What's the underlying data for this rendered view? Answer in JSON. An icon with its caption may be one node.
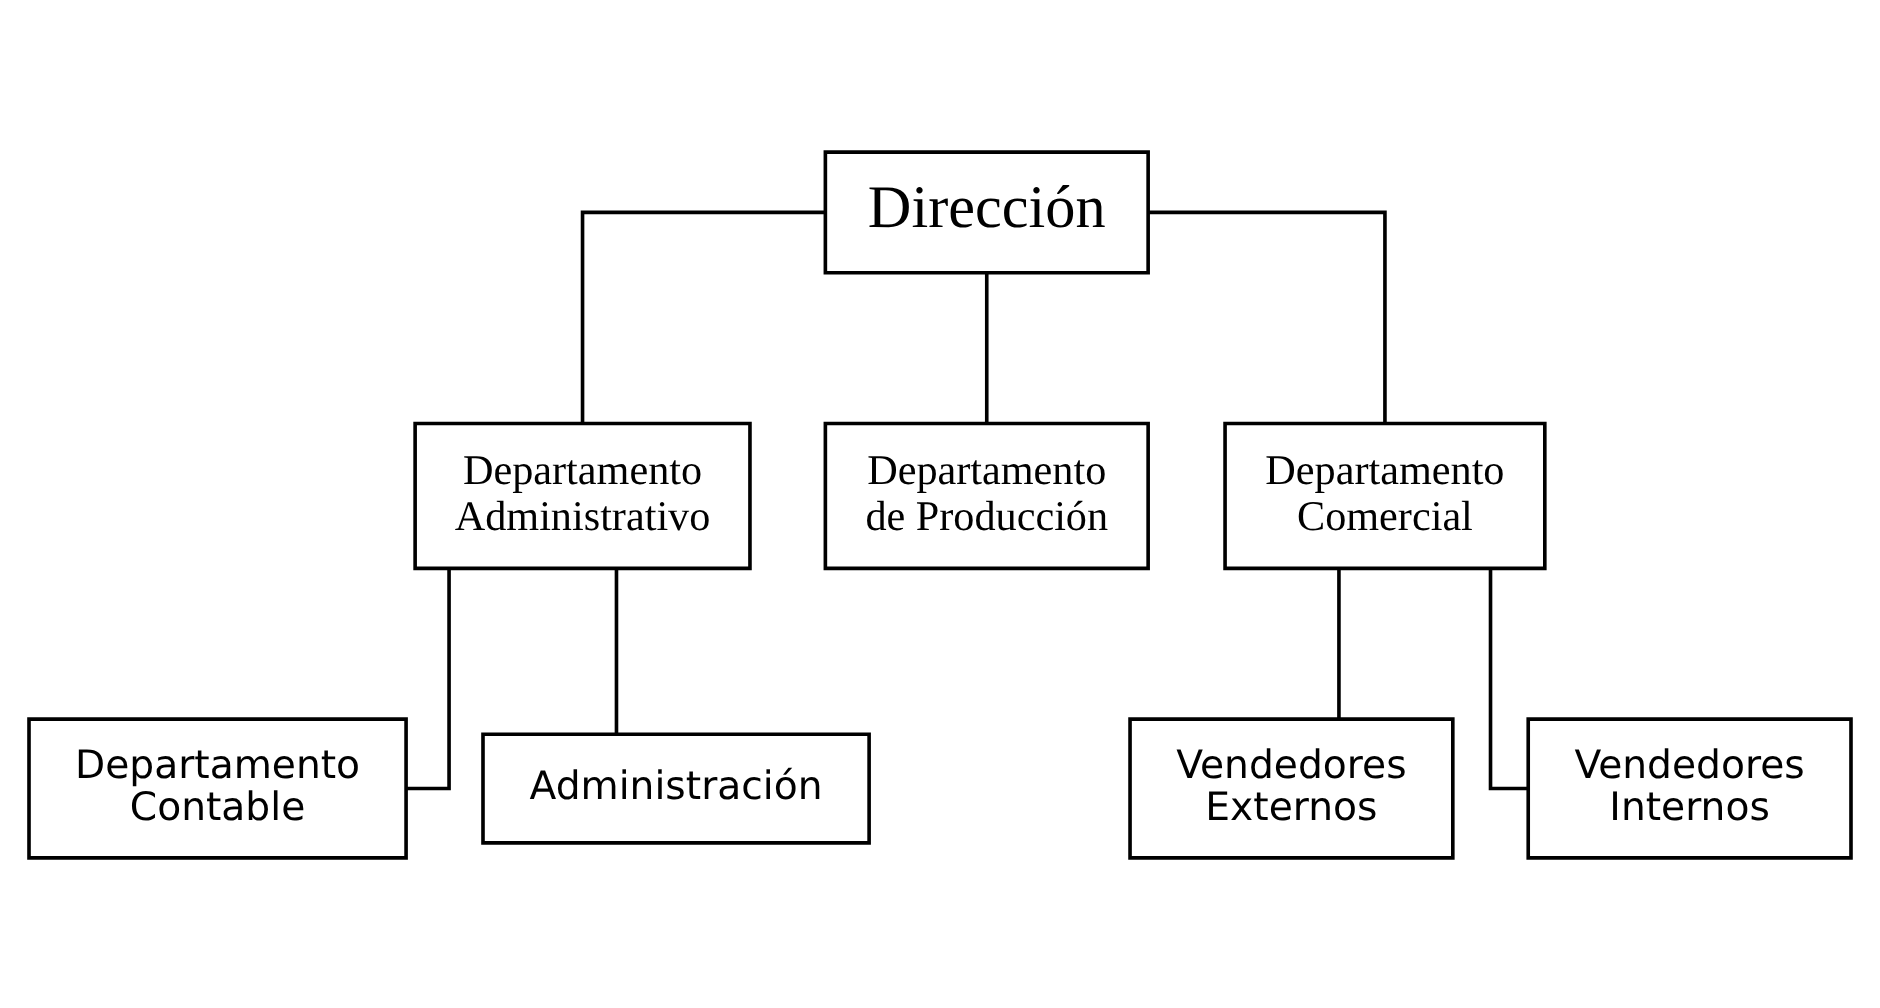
{
  "diagram": {
    "nodes": [
      {
        "text": [
          "Dirección"
        ]
      },
      {
        "text": [
          "Departamento Administrativo"
        ]
      },
      {
        "text": [
          "Departamento de Producción"
        ]
      },
      {
        "text": [
          "Departamento Comercial"
        ]
      },
      {
        "text": [
          "Departamento Contable"
        ]
      },
      {
        "text": [
          "Administración"
        ]
      },
      {
        "text": [
          "Vendedores Externos"
        ]
      },
      {
        "text": [
          "Vendedores Internos"
        ]
      }
    ],
    "edges": [
      {
        "from": 0,
        "to": 1,
        "arrow": "none"
      },
      {
        "from": 0,
        "to": 2,
        "arrow": "none"
      },
      {
        "from": 0,
        "to": 3,
        "arrow": "none"
      },
      {
        "from": 1,
        "to": 4,
        "arrow": "none"
      },
      {
        "from": 1,
        "to": 5,
        "arrow": "none"
      },
      {
        "from": 3,
        "to": 6,
        "arrow": "none"
      },
      {
        "from": 3,
        "to": 7,
        "arrow": "none"
      }
    ]
  }
}
